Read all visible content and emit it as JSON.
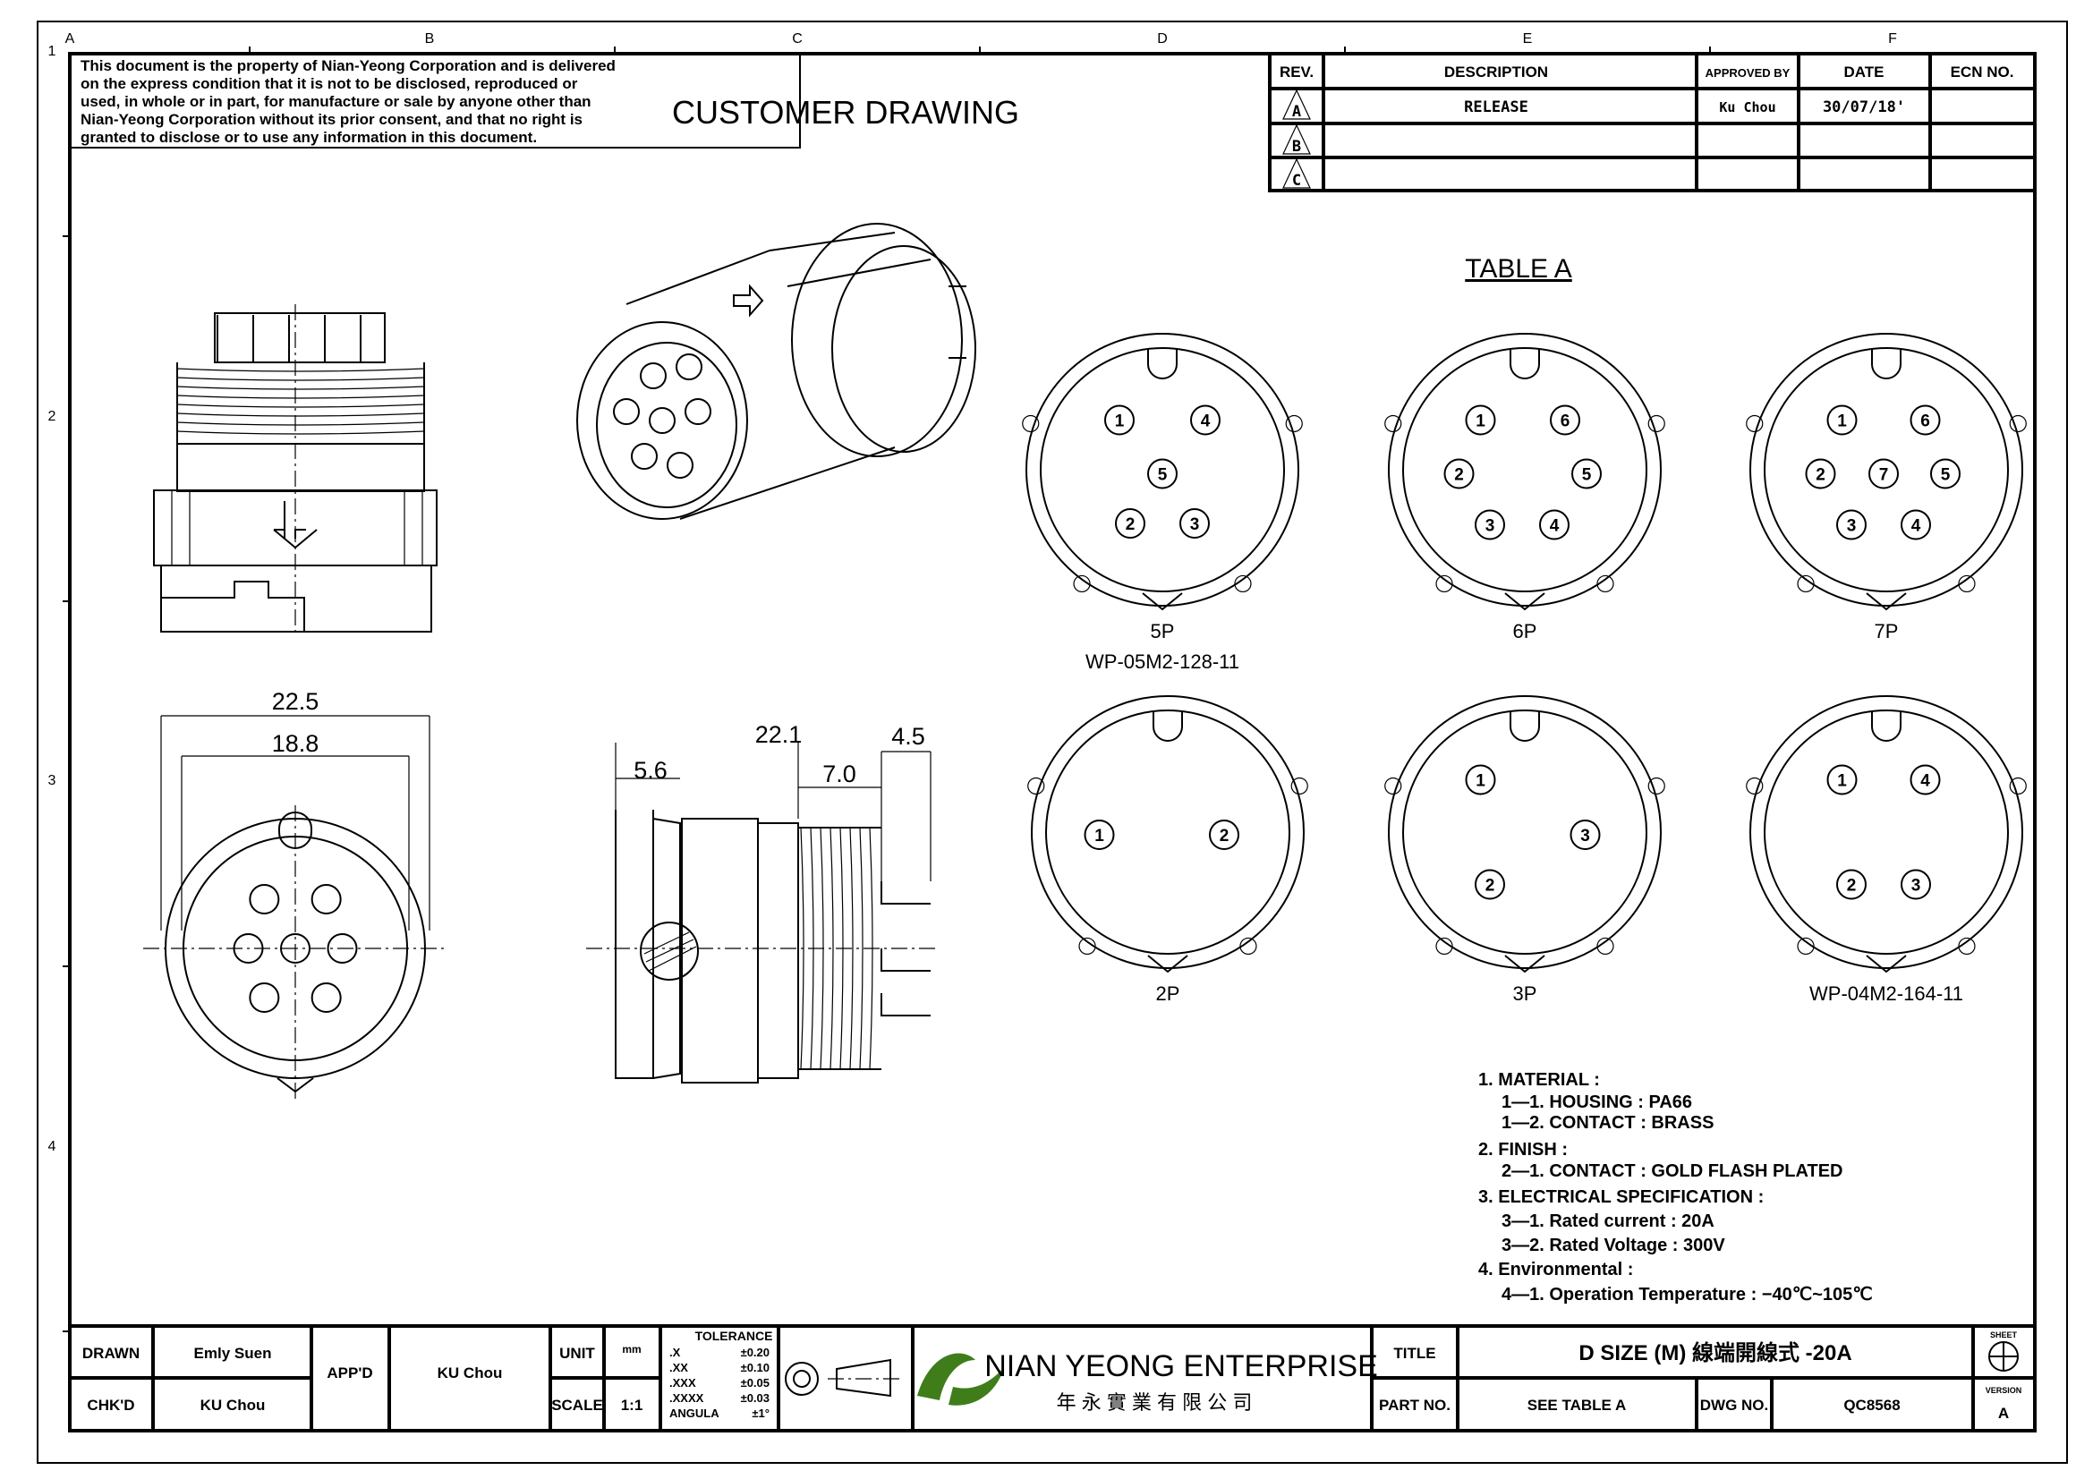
{
  "zones": {
    "cols": [
      "A",
      "B",
      "C",
      "D",
      "E",
      "F"
    ],
    "rows": [
      "1",
      "2",
      "3",
      "4"
    ]
  },
  "notice": [
    "This document is the property of Nian-Yeong Corporation and is delivered",
    "on  the  express condition that it is not to be disclosed, reproduced or",
    "used, in whole or in part, for manufacture or sale by anyone other than",
    "Nian-Yeong Corporation without  its prior consent, and that  no right  is",
    "granted to disclose or to use any information in this  document."
  ],
  "heading": "CUSTOMER  DRAWING",
  "revision_table": {
    "headers": [
      "REV.",
      "DESCRIPTION",
      "APPROVED BY",
      "DATE",
      "ECN NO."
    ],
    "rows": [
      {
        "rev": "A",
        "description": "RELEASE",
        "approved_by": "Ku Chou",
        "date": "30/07/18'",
        "ecn": ""
      },
      {
        "rev": "B",
        "description": "",
        "approved_by": "",
        "date": "",
        "ecn": ""
      },
      {
        "rev": "C",
        "description": "",
        "approved_by": "",
        "date": "",
        "ecn": ""
      }
    ]
  },
  "table_a": {
    "title": "TABLE A",
    "connectors": [
      {
        "label": "5P",
        "part": "WP-05M2-128-11",
        "pins": [
          "1",
          "4",
          "5",
          "2",
          "3"
        ]
      },
      {
        "label": "6P",
        "part": "",
        "pins": [
          "1",
          "6",
          "2",
          "5",
          "3",
          "4"
        ]
      },
      {
        "label": "7P",
        "part": "",
        "pins": [
          "1",
          "6",
          "2",
          "7",
          "5",
          "3",
          "4"
        ]
      },
      {
        "label": "2P",
        "part": "",
        "pins": [
          "1",
          "2"
        ]
      },
      {
        "label": "3P",
        "part": "",
        "pins": [
          "1",
          "3",
          "2"
        ]
      },
      {
        "label": "",
        "part": "WP-04M2-164-11",
        "pins": [
          "1",
          "4",
          "2",
          "3"
        ]
      }
    ]
  },
  "dimensions": {
    "front_outer": "22.5",
    "front_inner": "18.8",
    "length": "22.1",
    "thread_end": "4.5",
    "flange": "5.6",
    "thread": "7.0"
  },
  "notes": [
    "1.  MATERIAL  :",
    "1—1.  HOUSING  :  PA66",
    "1—2.  CONTACT  :  BRASS",
    "2.  FINISH  :",
    "2—1.  CONTACT  :  GOLD  FLASH  PLATED",
    "3.  ELECTRICAL  SPECIFICATION  :",
    "3—1.  Rated  current  :  20A",
    "3—2.  Rated  Voltage  :  300V",
    "4.  Environmental  :",
    "4—1.  Operation  Temperature  :  −40℃~105℃"
  ],
  "title_block": {
    "drawn_label": "DRAWN",
    "drawn": "Emly Suen",
    "checked_label": "CHK'D",
    "checked": "KU Chou",
    "approved_label": "APP'D",
    "approved": "KU Chou",
    "unit_label": "UNIT",
    "unit": "mm",
    "scale_label": "SCALE",
    "scale": "1:1",
    "tolerance_title": "TOLERANCE",
    "tolerances": [
      [
        ".X",
        "±0.20"
      ],
      [
        ".XX",
        "±0.10"
      ],
      [
        ".XXX",
        "±0.05"
      ],
      [
        ".XXXX",
        "±0.03"
      ],
      [
        "ANGULA",
        "±1°"
      ]
    ],
    "company": "NIAN YEONG ENTERPRISE",
    "company_cn": "年 永 實 業 有 限 公 司",
    "title_label": "TITLE",
    "title": "D SIZE (M) 線端開線式 -20A",
    "part_label": "PART NO.",
    "part": "SEE TABLE A",
    "dwg_label": "DWG NO.",
    "dwg": "QC8568",
    "sheet_label": "SHEET",
    "version_label": "VERSION",
    "version": "A",
    "logo_color": "#3f7d1a"
  }
}
